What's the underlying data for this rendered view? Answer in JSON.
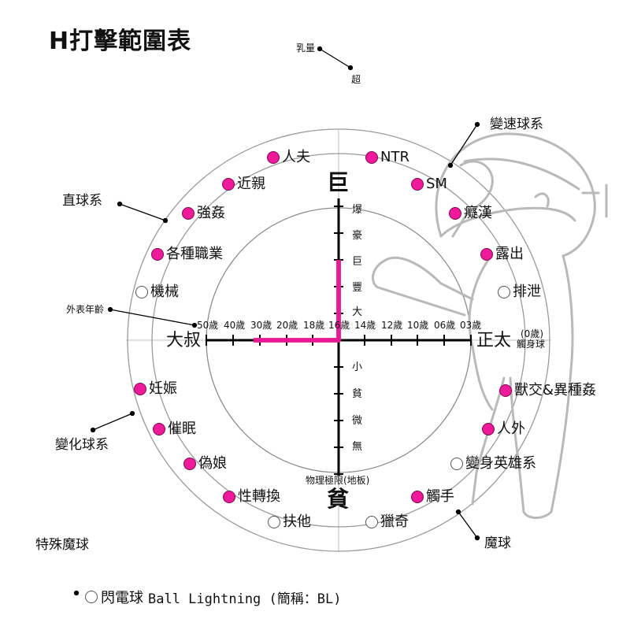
{
  "title": "H打擊範圍表",
  "top_axis": {
    "label": "乳量",
    "sub": "超"
  },
  "vertical_axis": {
    "top_label": "巨",
    "bottom_label": "貧",
    "upper_ticks": [
      "爆",
      "豪",
      "巨",
      "豐",
      "大"
    ],
    "lower_ticks": [
      "小",
      "貧",
      "微",
      "無"
    ],
    "bottom_note": "物理極限(地板)"
  },
  "horizontal_axis": {
    "left_label": "大叔",
    "right_label": "正太",
    "right_note": "(0歲)",
    "right_note2": "觸身球",
    "pointer_label": "外表年齡",
    "left_ticks": [
      "50歲",
      "40歲",
      "30歲",
      "20歲",
      "18歲",
      "16歲"
    ],
    "right_ticks": [
      "14歲",
      "12歲",
      "10歲",
      "06歲",
      "03歲"
    ]
  },
  "groups": {
    "fastball": "直球系",
    "changeup_top": "變速球系",
    "breaking": "變化球系",
    "magic": "魔球",
    "special": "特殊魔球"
  },
  "items": [
    {
      "label": "人夫",
      "filled": true
    },
    {
      "label": "NTR",
      "filled": true
    },
    {
      "label": "近親",
      "filled": true
    },
    {
      "label": "SM",
      "filled": true
    },
    {
      "label": "強姦",
      "filled": true
    },
    {
      "label": "癡漢",
      "filled": true
    },
    {
      "label": "各種職業",
      "filled": true
    },
    {
      "label": "露出",
      "filled": true
    },
    {
      "label": "機械",
      "filled": false
    },
    {
      "label": "排泄",
      "filled": false
    },
    {
      "label": "妊娠",
      "filled": true
    },
    {
      "label": "獸交&異種姦",
      "filled": true
    },
    {
      "label": "催眠",
      "filled": true
    },
    {
      "label": "人外",
      "filled": true
    },
    {
      "label": "偽娘",
      "filled": true
    },
    {
      "label": "變身英雄系",
      "filled": false
    },
    {
      "label": "性轉換",
      "filled": true
    },
    {
      "label": "觸手",
      "filled": true
    },
    {
      "label": "扶他",
      "filled": false
    },
    {
      "label": "獵奇",
      "filled": false
    }
  ],
  "footer": {
    "prefix": "閃電球",
    "mono": "Ball Lightning (簡稱：BL)"
  },
  "colors": {
    "accent": "#ee1a9a",
    "circle": "#8c8c8c",
    "axis": "#000000"
  }
}
